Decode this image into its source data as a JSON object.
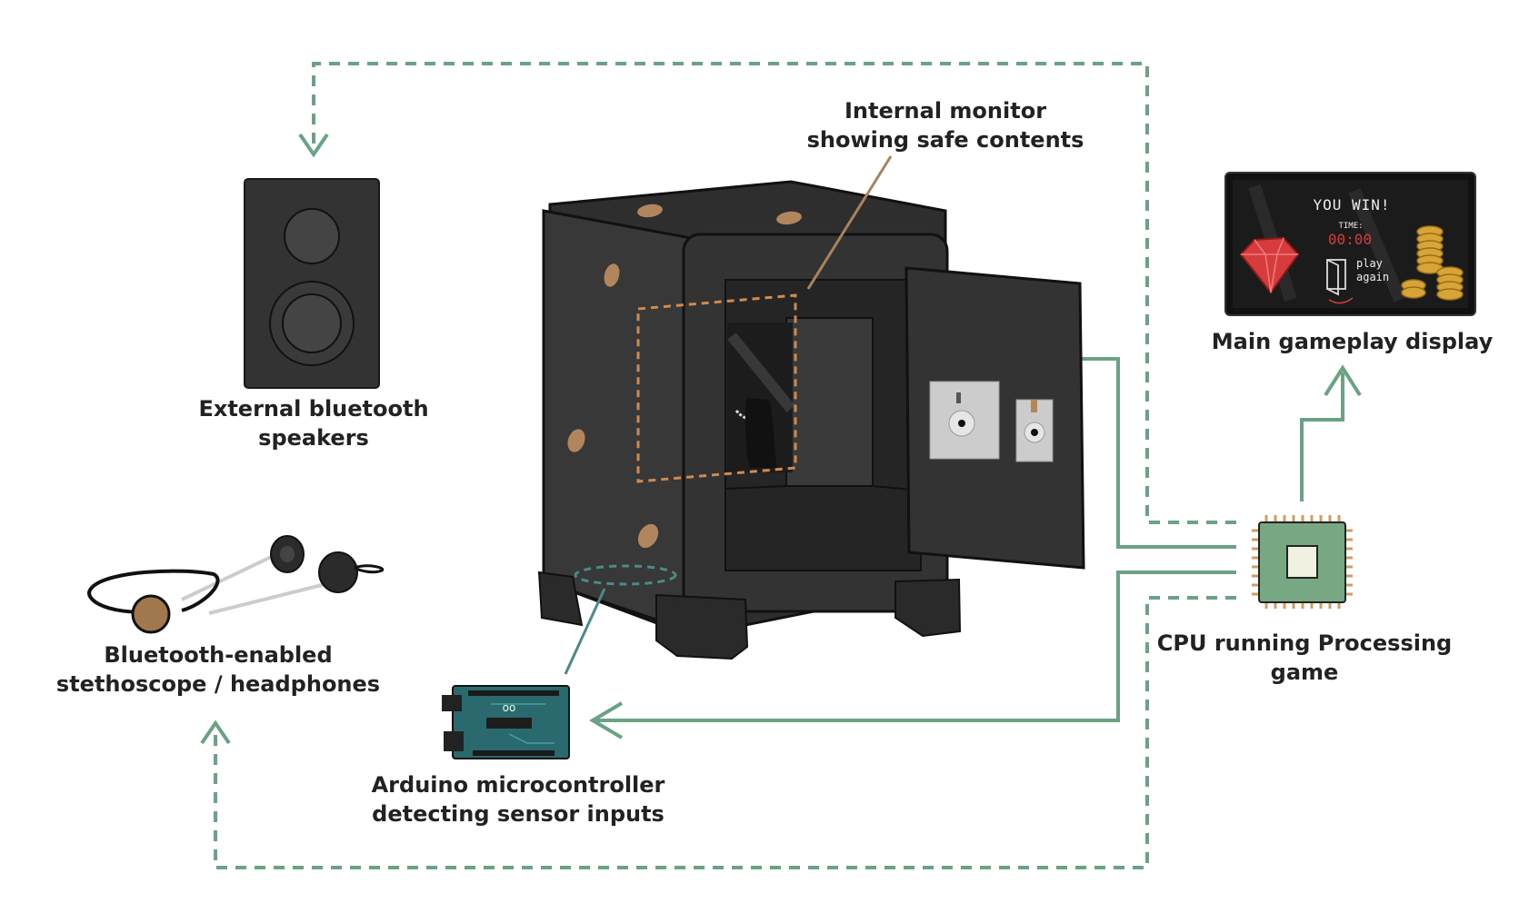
{
  "colors": {
    "connection_green": "#6aa384",
    "monitor_leader": "#a8835c",
    "screen_outline": "#d18a4e",
    "arduino_outline": "#4a8a87",
    "safe_body": "#333333",
    "screw": "#b1865c",
    "chip_green": "#78a883",
    "chip_pins": "#d49b5b",
    "arduino_board": "#2a6a6e"
  },
  "labels": {
    "monitor": [
      "Internal monitor",
      "showing safe contents"
    ],
    "speakers": [
      "External bluetooth",
      "speakers"
    ],
    "display": [
      "Main gameplay display"
    ],
    "stethoscope": [
      "Bluetooth-enabled",
      "stethoscope / headphones"
    ],
    "cpu": [
      "CPU running Processing",
      "game"
    ],
    "arduino": [
      "Arduino microcontroller",
      "detecting sensor inputs"
    ]
  },
  "game_screen": {
    "win_text": "YOU WIN!",
    "time_label": "TIME:",
    "time_value": "00:00",
    "play_again": [
      "play",
      "again"
    ]
  },
  "icons": [
    "speaker-icon",
    "safe-icon",
    "stethoscope-icon",
    "arduino-icon",
    "cpu-chip-icon",
    "ruby-gem-icon",
    "gold-coins-icon",
    "door-exit-icon",
    "necklace-icon"
  ]
}
